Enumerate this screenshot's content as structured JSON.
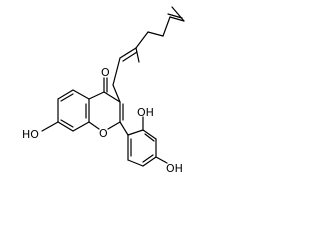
{
  "structure": {
    "atom_labels": {
      "ketone_oxygen": "O",
      "ring_oxygen": "O",
      "hydroxyl_7": "HO",
      "hydroxyl_2prime": "OH",
      "hydroxyl_4prime": "OH"
    }
  }
}
